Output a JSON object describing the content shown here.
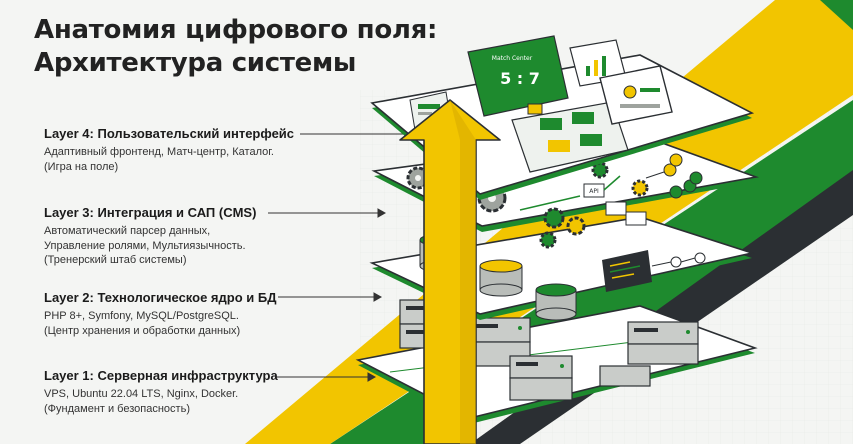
{
  "title": {
    "line1": "Анатомия цифрового поля:",
    "line2": "Архитектура системы"
  },
  "layers": [
    {
      "name": "Layer 4: Пользовательский интерфейс",
      "desc_lines": [
        "Адаптивный фронтенд, Матч-центр, Каталог."
      ],
      "note": "(Игра на поле)"
    },
    {
      "name": "Layer 3: Интеграция и САП (CMS)",
      "desc_lines": [
        "Автоматический парсер данных,",
        "Управление ролями, Мультиязычность."
      ],
      "note": "(Тренерский штаб системы)"
    },
    {
      "name": "Layer 2: Технологическое ядро и БД",
      "desc_lines": [
        "PHP 8+, Symfony, MySQL/PostgreSQL."
      ],
      "note": "(Центр хранения и обработки данных)"
    },
    {
      "name": "Layer 1: Серверная инфраструктура",
      "desc_lines": [
        "VPS, Ubuntu 22.04 LTS, Nginx, Docker."
      ],
      "note": "(Фундамент и безопасность)"
    }
  ],
  "ui_screen": {
    "match_label": "Match Center",
    "score": "5 : 7",
    "api_label": "API"
  },
  "colors": {
    "green": "#1e8a2e",
    "yellow": "#f2c500",
    "dark": "#2b2f33",
    "platform": "#ffffff",
    "background": "#f4f5f3"
  }
}
